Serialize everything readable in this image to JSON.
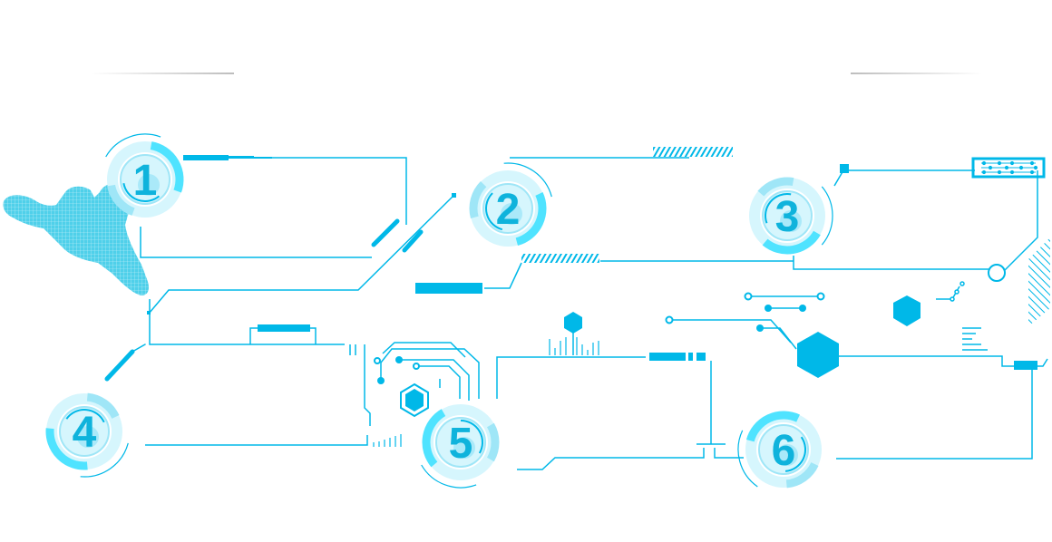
{
  "colors": {
    "accent": "#00b8e8",
    "light": "#9fe6f7",
    "pale": "#d6f6fd",
    "bright": "#4fe3ff",
    "number": "#0fb3dc",
    "divider": "#bdbdbd"
  },
  "steps": [
    {
      "label": "1"
    },
    {
      "label": "2"
    },
    {
      "label": "3"
    },
    {
      "label": "4"
    },
    {
      "label": "5"
    },
    {
      "label": "6"
    }
  ],
  "decorations": {
    "hand_icon": "wireframe-hand-icon",
    "hexagon_icon": "hexagon-icon",
    "circuit_chip_icon": "circuit-chip-icon"
  }
}
